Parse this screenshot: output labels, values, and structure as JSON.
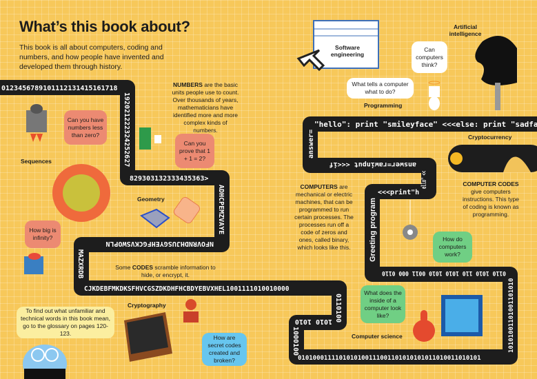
{
  "title": "What’s this book about?",
  "intro": "This book is all about computers, coding and numbers, and how people have invented and developed them through history.",
  "notes": {
    "numbers_bold": "NUMBERS",
    "numbers": " are the basic units people use to count. Over thousands of years, mathematicians have identified more and more complex kinds of numbers.",
    "codes_bold": "CODES",
    "codes_pre": "Some ",
    "codes": " scramble information to hide, or encrypt, it.",
    "computers_bold": "COMPUTERS",
    "computers": " are mechanical or electric machines, that can be programmed to run certain processes. The processes run off a code of zeros and ones, called binary, which looks like this.",
    "computer_codes_bold": "COMPUTER CODES",
    "computer_codes": " give computers instructions. This type of coding is known as programming.",
    "glossary": "To find out what unfamiliar and technical words in this book mean, go to the glossary on pages 120-123."
  },
  "labels": {
    "sequences": "Sequences",
    "geometry": "Geometry",
    "cryptography": "Cryptography",
    "software": "Software engineering",
    "ai": "Artificial intelligence",
    "programming": "Programming",
    "cryptocurrency": "Cryptocurrency",
    "computer_science": "Computer science"
  },
  "bubbles": {
    "negative": "Can you have numbers less than zero?",
    "prove": "Can you prove that 1 + 1 = 2?",
    "infinity": "How big is infinity?",
    "secret": "How are secret codes created and broken?",
    "think": "Can computers think?",
    "tells": "What tells a computer what to do?",
    "work": "How do computers work?",
    "inside": "What does the inside of a computer look like?"
  },
  "track": {
    "t1": "0123456789101112131415161718",
    "v1": "192021222324252627",
    "t2": "829303132333435363>",
    "v2": "ADHCPEMZVAYE",
    "t3": "NFOVRNDHJUSGYEHFGCKVSWOPLN",
    "v3": "MAZXRDB",
    "t4": "CJKDEBFMKDKSFHVCGSZDKDHFHCBDYEBVXHEL1001111010010000",
    "v4": "0110100",
    "t5": "1010 1010",
    "v5": "1000100",
    "t6": "0101000111101010100111001101010101011010011010101",
    "v6": "10101001101001101010",
    "t7": "0110 1010 110 1010 1010 0011 000 0110",
    "v7": "Greeting program",
    "t8": "<<<print\"h",
    "v8": "ello\" <<",
    "t9": "answer=rawinput <<<if",
    "v9": "answer=",
    "t10": "\"hello\": print \"smileyface\" <<<else: print \"sadface\"<<X"
  }
}
